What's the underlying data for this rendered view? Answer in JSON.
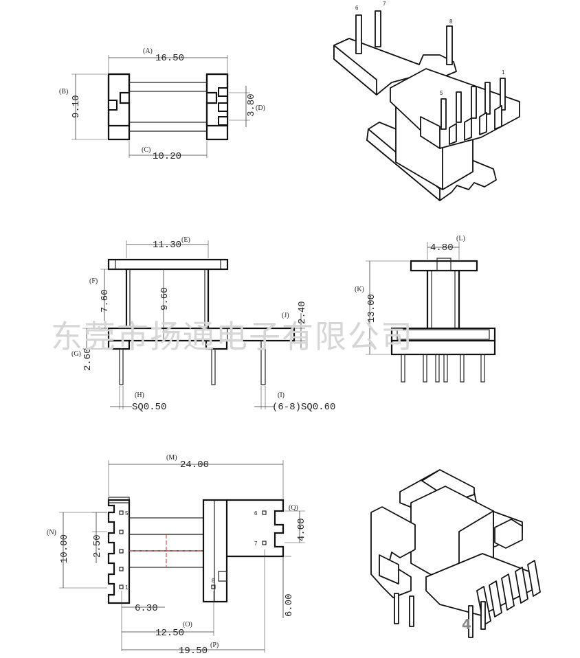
{
  "watermark": "东莞市扬通电子有限公司",
  "page_number": "4",
  "dims": {
    "A": {
      "tag": "(A)",
      "value": "16.50"
    },
    "B": {
      "tag": "(B)",
      "value": "9.10"
    },
    "C": {
      "tag": "(C)",
      "value": "10.20"
    },
    "D": {
      "tag": "(D)",
      "value": "3.80"
    },
    "E": {
      "tag": "(E)",
      "value": "11.30"
    },
    "F": {
      "tag": "(F)",
      "value": "7.60"
    },
    "F2": {
      "value": "9.60"
    },
    "G": {
      "tag": "(G)",
      "value": "2.60"
    },
    "H": {
      "tag": "(H)",
      "value": "SQ0.50"
    },
    "I": {
      "tag": "(I)",
      "value": "(6-8)SQ0.60"
    },
    "J": {
      "tag": "(J)",
      "value": "2.40"
    },
    "K": {
      "tag": "(K)",
      "value": "13.00"
    },
    "L": {
      "tag": "(L)",
      "value": "4.80"
    },
    "M": {
      "tag": "(M)",
      "value": "24.00"
    },
    "N": {
      "tag": "(N)",
      "value": "10.00"
    },
    "N2": {
      "value": "2.50"
    },
    "O": {
      "tag": "(O)",
      "value": "12.50"
    },
    "O2": {
      "value": "6.30"
    },
    "P": {
      "tag": "(P)",
      "value": "19.50"
    },
    "Q": {
      "tag": "(Q)",
      "value": "4.00"
    },
    "Q2": {
      "value": "6.00"
    }
  },
  "pins": {
    "p1": "1",
    "p5": "5",
    "p6": "6",
    "p7": "7",
    "p8": "8"
  }
}
